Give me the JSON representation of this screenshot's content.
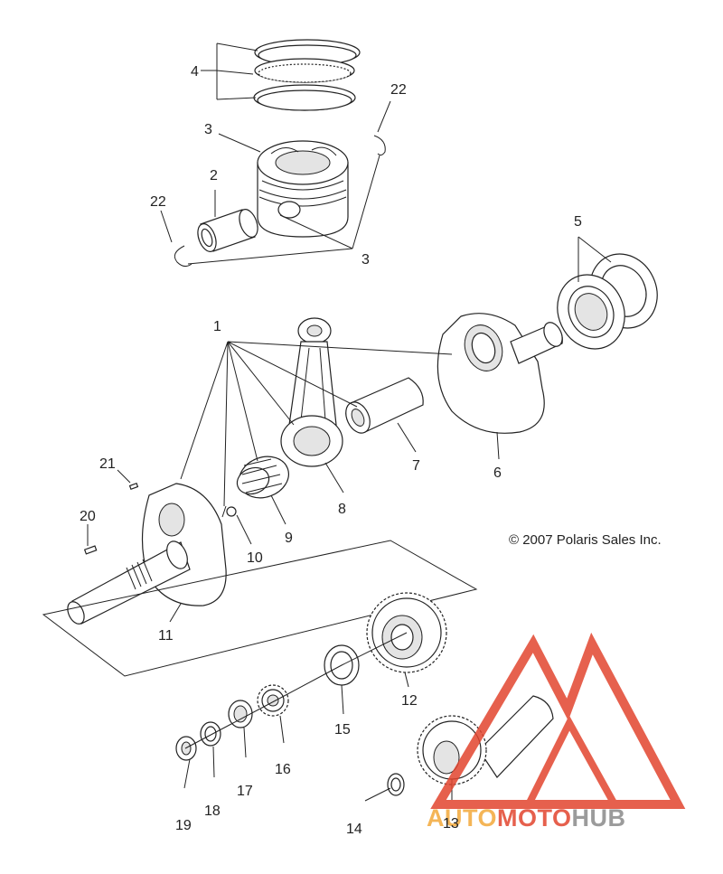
{
  "copyright": "© 2007 Polaris Sales Inc.",
  "watermark": {
    "part1": "AUTO",
    "part2": "MOTO",
    "part3": "HUB",
    "color_red": "#e2452f",
    "color_orange": "#f3a93a",
    "color_gray": "#8a8a8a"
  },
  "callouts": {
    "c1": "1",
    "c2": "2",
    "c3a": "3",
    "c3b": "3",
    "c4": "4",
    "c5": "5",
    "c6": "6",
    "c7": "7",
    "c8": "8",
    "c9": "9",
    "c10": "10",
    "c11": "11",
    "c12": "12",
    "c13": "13",
    "c14": "14",
    "c15": "15",
    "c16": "16",
    "c17": "17",
    "c18": "18",
    "c19": "19",
    "c20": "20",
    "c21": "21",
    "c22a": "22",
    "c22b": "22"
  }
}
